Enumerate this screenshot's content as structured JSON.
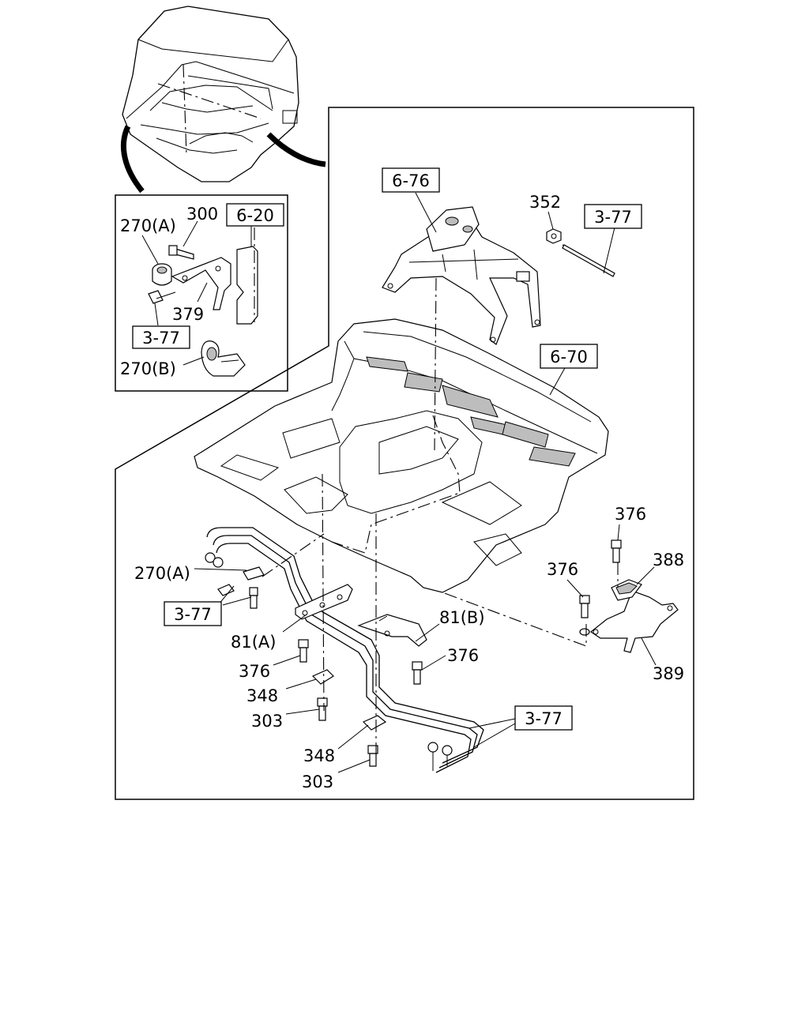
{
  "callouts": {
    "inset_270a": "270(A)",
    "inset_300": "300",
    "inset_6_20": "6-20",
    "inset_379": "379",
    "inset_3_77": "3-77",
    "inset_270b": "270(B)",
    "ref_6_76": "6-76",
    "part_352": "352",
    "ref_3_77_top": "3-77",
    "ref_6_70": "6-70",
    "part_376_right_top": "376",
    "part_376_right_mid": "376",
    "part_388": "388",
    "part_389": "389",
    "part_270a_main": "270(A)",
    "ref_3_77_left": "3-77",
    "part_81a": "81(A)",
    "part_81b": "81(B)",
    "part_376_left": "376",
    "part_376_center": "376",
    "part_348_upper": "348",
    "part_303_upper": "303",
    "ref_3_77_bottom": "3-77",
    "part_348_lower": "348",
    "part_303_lower": "303"
  }
}
